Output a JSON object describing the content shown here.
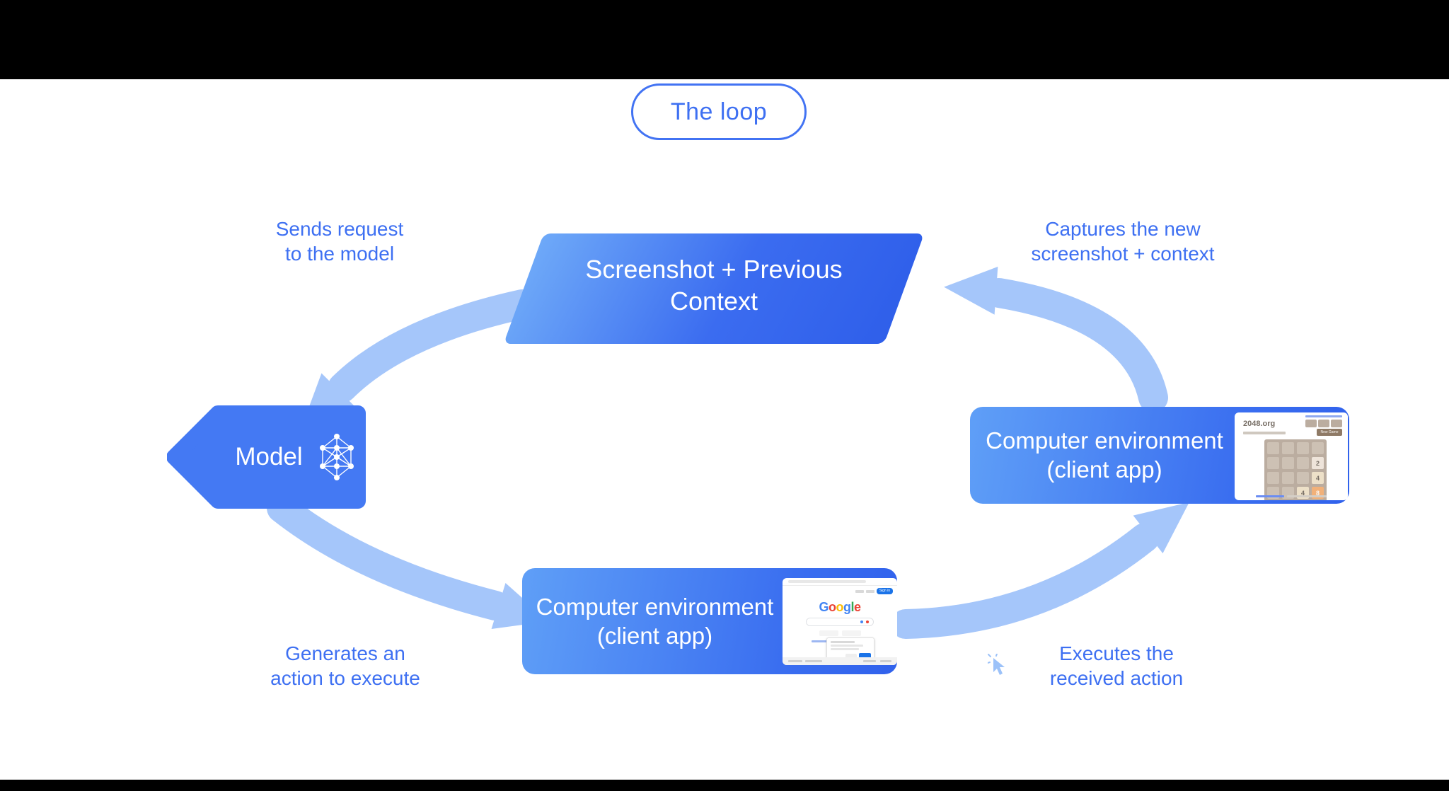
{
  "title": "The loop",
  "nodes": {
    "context": {
      "line1": "Screenshot + Previous",
      "line2": "Context"
    },
    "model": {
      "label": "Model"
    },
    "env_right": {
      "line1": "Computer environment",
      "line2": "(client app)"
    },
    "env_bottom": {
      "line1": "Computer environment",
      "line2": "(client app)"
    }
  },
  "edge_labels": {
    "send_request": {
      "line1": "Sends request",
      "line2": "to the model"
    },
    "generate_action": {
      "line1": "Generates an",
      "line2": "action to execute"
    },
    "execute_action": {
      "line1": "Executes the",
      "line2": "received action"
    },
    "capture_state": {
      "line1": "Captures the new",
      "line2": "screenshot + context"
    }
  },
  "thumbnails": {
    "game_2048": {
      "site_title": "2048.org",
      "new_game_button": "New Game",
      "cells": [
        "",
        "",
        "",
        "",
        "",
        "",
        "",
        "2",
        "",
        "",
        "",
        "4",
        "",
        "",
        "4",
        "8"
      ],
      "tile_colors": {
        "2": "#eee4da",
        "4": "#ede0c8",
        "8": "#f2b179"
      },
      "tile_text_colors": {
        "2": "#776e65",
        "4": "#776e65",
        "8": "#f9f6f2"
      },
      "grid_color": "#bbada0",
      "empty_cell_color": "#cdc1b4"
    },
    "google_search": {
      "logo_letters": [
        {
          "ch": "G",
          "color": "#4285F4"
        },
        {
          "ch": "o",
          "color": "#EA4335"
        },
        {
          "ch": "o",
          "color": "#FBBC05"
        },
        {
          "ch": "g",
          "color": "#4285F4"
        },
        {
          "ch": "l",
          "color": "#34A853"
        },
        {
          "ch": "e",
          "color": "#EA4335"
        }
      ],
      "sign_in_button": "Sign in"
    }
  },
  "colors": {
    "accent_blue": "#3e70f2",
    "shape_gradient_light": "#6ea9f8",
    "shape_gradient_dark": "#2f5fea",
    "arrow_blue": "#a5c6fa",
    "black_bar": "#000000"
  }
}
